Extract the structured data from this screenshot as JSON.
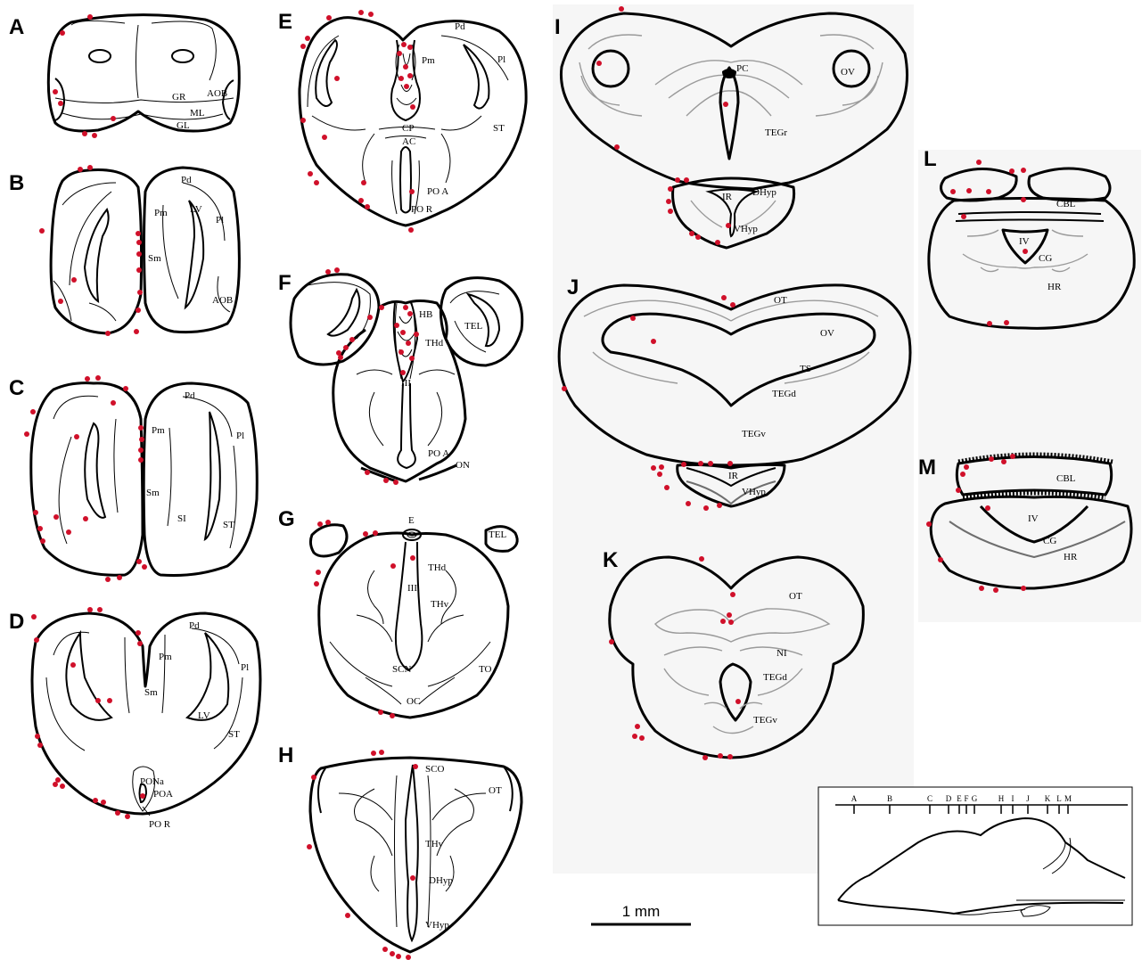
{
  "panel_letters": [
    "A",
    "B",
    "C",
    "D",
    "E",
    "F",
    "G",
    "H",
    "I",
    "J",
    "K",
    "L",
    "M"
  ],
  "labels": {
    "A": [
      "GR",
      "AOB",
      "ML",
      "GL"
    ],
    "B": [
      "Pd",
      "LV",
      "Pm",
      "Pl",
      "Sm",
      "AOB"
    ],
    "C": [
      "Pd",
      "Pm",
      "Pl",
      "Sm",
      "SI",
      "ST"
    ],
    "D": [
      "Pd",
      "Pm",
      "Pl",
      "Sm",
      "LV",
      "ST",
      "PONa",
      "POA",
      "PO R"
    ],
    "E": [
      "Pd",
      "Pm",
      "Pl",
      "CP",
      "AC",
      "ST",
      "PO A",
      "PO R"
    ],
    "F": [
      "HB",
      "TEL",
      "THd",
      "III",
      "PO A",
      "ON"
    ],
    "G": [
      "E",
      "TEL",
      "THd",
      "III",
      "THv",
      "SCN",
      "TO",
      "OC"
    ],
    "H": [
      "SCO",
      "OT",
      "THv",
      "DHyp",
      "VHyp"
    ],
    "I": [
      "PC",
      "OV",
      "TEGr",
      "IR",
      "DHyp",
      "VHyp"
    ],
    "J": [
      "OT",
      "OV",
      "TS",
      "TEGd",
      "TEGv",
      "IR",
      "VHyp"
    ],
    "K": [
      "OT",
      "NI",
      "TEGd",
      "TEGv"
    ],
    "L": [
      "CBL",
      "IV",
      "CG",
      "HR"
    ],
    "M": [
      "CBL",
      "IV",
      "CG",
      "HR"
    ]
  },
  "scale_bar": {
    "label": "1 mm"
  },
  "reference_ticks": [
    "A",
    "B",
    "C",
    "D",
    "E",
    "F",
    "G",
    "H",
    "I",
    "J",
    "K",
    "L",
    "M"
  ],
  "colors": {
    "dot": "#d0102a",
    "ink": "#000000"
  }
}
